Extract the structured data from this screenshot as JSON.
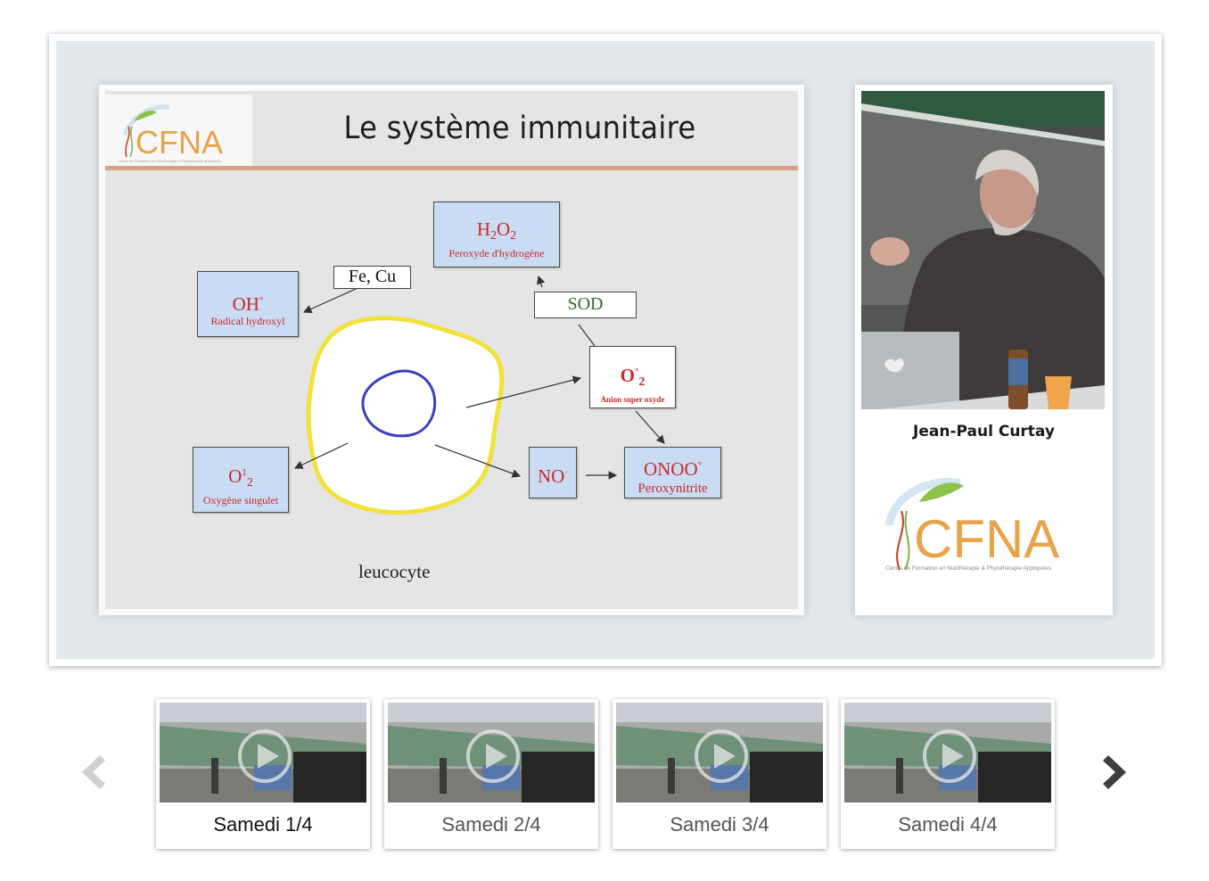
{
  "slide": {
    "title": "Le système immunitaire",
    "logo_text": "CFNA",
    "logo_tagline": "Centre de Formation en Nutrithérapie & Phytothérapie Appliquées",
    "boxes": {
      "h2o2": {
        "formula": "H",
        "formula_sub1": "2",
        "formula_mid": "O",
        "formula_sub2": "2",
        "name": "Peroxyde d'hydrogène"
      },
      "oh": {
        "formula": "OH",
        "formula_sup": "°",
        "name": "Radical hydroxyl"
      },
      "o2": {
        "formula": "O",
        "formula_sup": "°",
        "formula_sub": "2",
        "name": "Anion super oxyde"
      },
      "o12": {
        "formula": "O",
        "formula_sup": "1",
        "formula_sub": "2",
        "name": "Oxygène singulet"
      },
      "no": {
        "formula": "NO",
        "formula_sup": "·"
      },
      "onoo": {
        "formula": "ONOO",
        "formula_sup": "°",
        "name": "Peroxynitrite"
      }
    },
    "labels": {
      "fecu": "Fe, Cu",
      "sod": "SOD"
    },
    "cell_label": "leucocyte",
    "colors": {
      "accent_rule": "#d4a286",
      "box_fill": "#c9dcf3",
      "chem_text": "#cc2a2a",
      "sod_text": "#2f6e1f"
    }
  },
  "speaker": {
    "name": "Jean-Paul Curtay",
    "logo_text": "CFNA",
    "logo_tagline": "Centre de Formation en Nutrithérapie & Phytothérapie Appliquées"
  },
  "playlist": {
    "items": [
      {
        "label": "Samedi 1/4",
        "active": true
      },
      {
        "label": "Samedi 2/4",
        "active": false
      },
      {
        "label": "Samedi 3/4",
        "active": false
      },
      {
        "label": "Samedi 4/4",
        "active": false
      }
    ],
    "prev_icon": "chevron-left-icon",
    "next_icon": "chevron-right-icon"
  }
}
